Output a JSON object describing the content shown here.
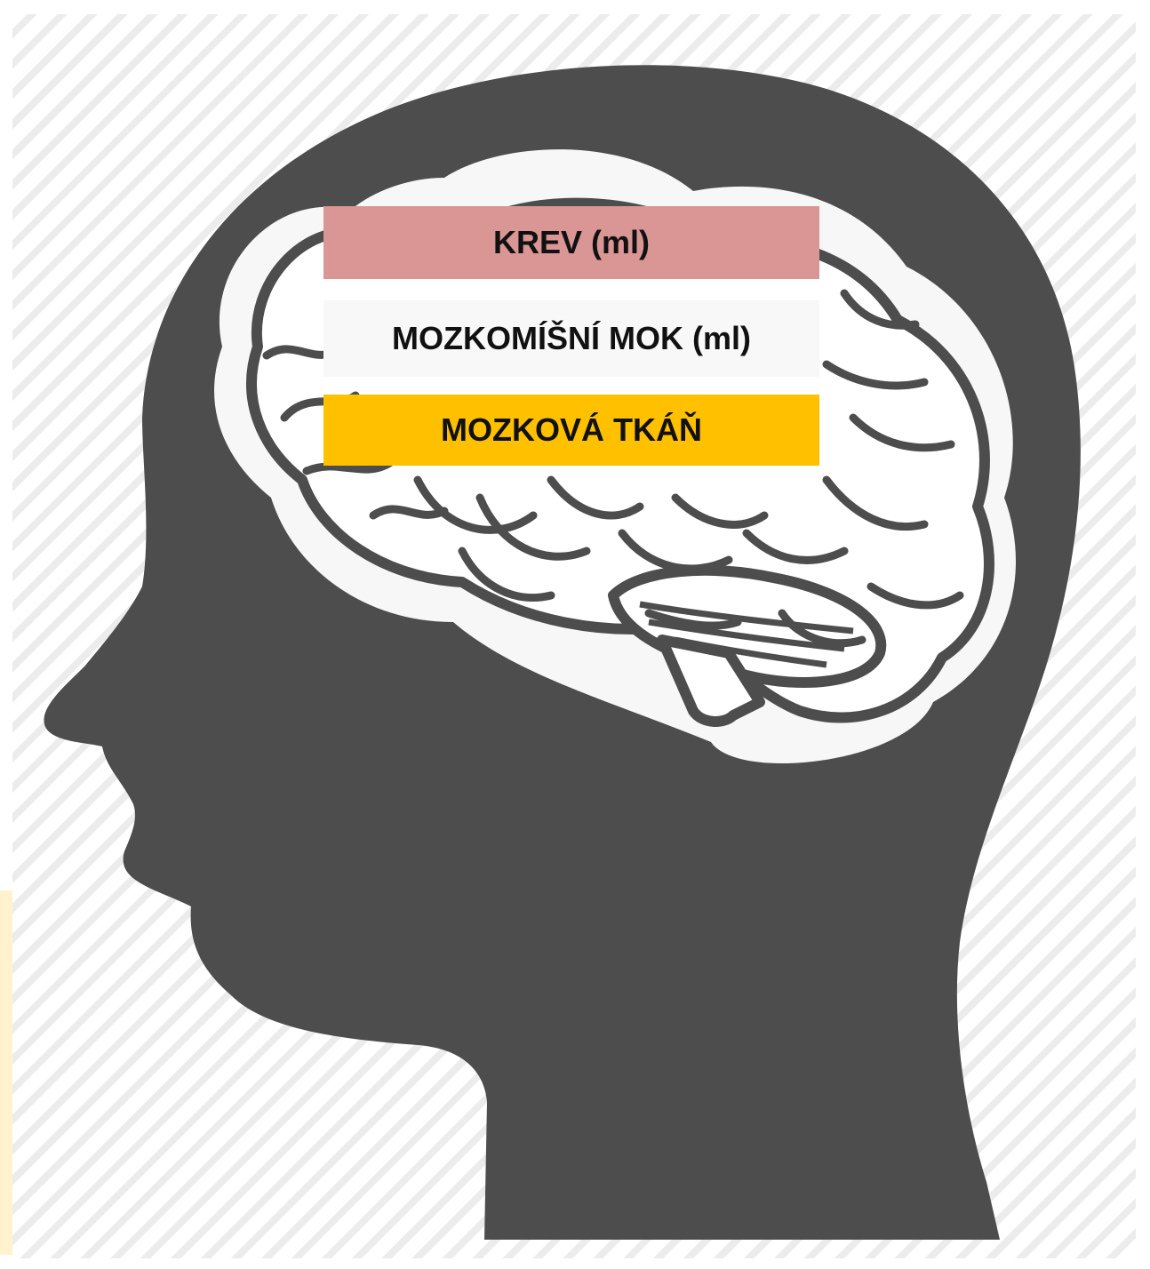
{
  "labels": {
    "blood": "KREV (ml)",
    "csf": "MOZKOMÍŠNÍ MOK (ml)",
    "tissue": "MOZKOVÁ TKÁŇ"
  },
  "colors": {
    "blood_box": "#d99694",
    "csf_box": "#f8f8f8",
    "tissue_box": "#ffc000",
    "head_silhouette": "#4d4d4d",
    "brain_outline": "#4d4d4d",
    "brain_fill": "#ffffff",
    "stripe": "#ececec",
    "side_strip": "#fff2cc"
  },
  "icons": {
    "head": "head-silhouette-icon",
    "brain": "brain-icon"
  }
}
